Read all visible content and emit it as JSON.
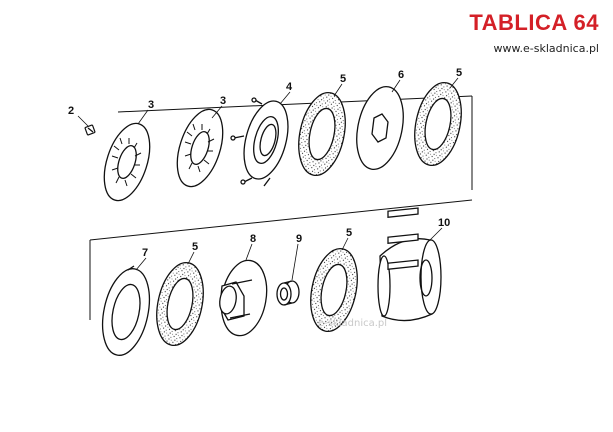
{
  "header": {
    "title": "TABLICA 64",
    "url": "www.e-skladnica.pl"
  },
  "watermark": "e-skladnica.pl",
  "callouts": {
    "c1": "2",
    "c2": "3",
    "c3": "3",
    "c4": "4",
    "c5": "5",
    "c6": "6",
    "c7": "5",
    "c8": "7",
    "c9": "5",
    "c10": "8",
    "c11": "9",
    "c12": "5",
    "c13": "10"
  },
  "colors": {
    "title": "#d42027",
    "lines": "#111111"
  }
}
